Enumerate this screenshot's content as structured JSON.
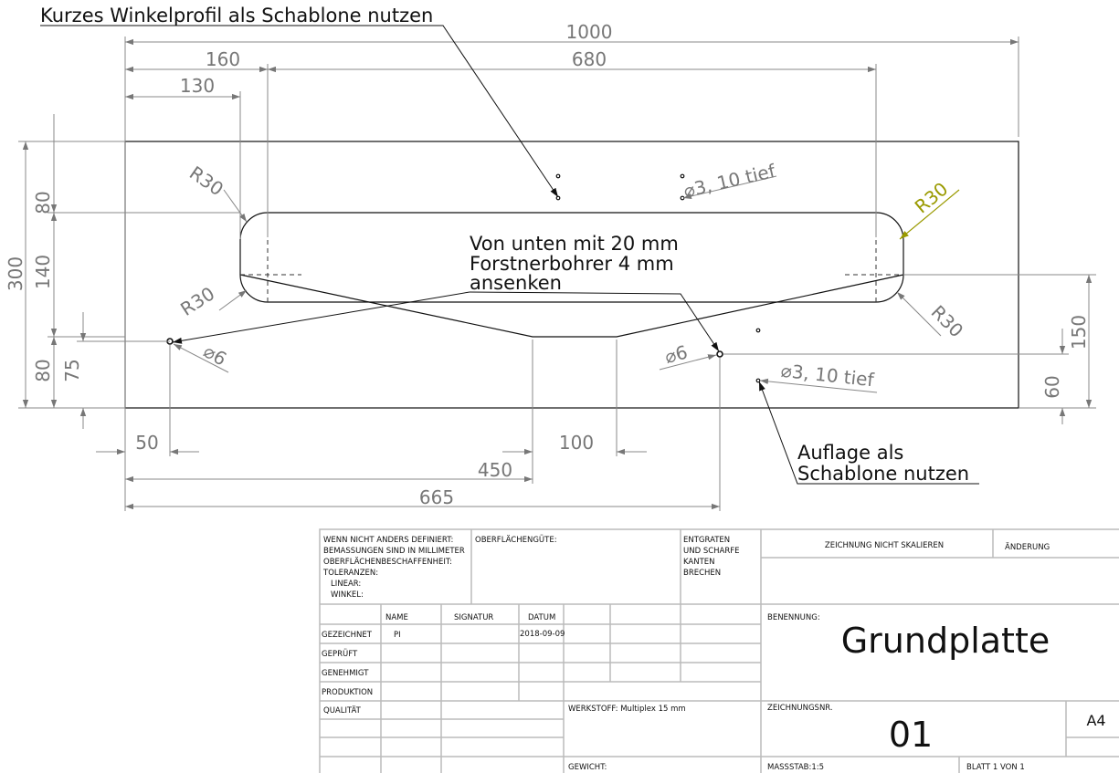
{
  "notes": {
    "template_angle": "Kurzes Winkelprofil als Schablone nutzen",
    "countersink_line1": "Von unten mit 20 mm",
    "countersink_line2": "Forstnerbohrer 4 mm",
    "countersink_line3": "ansenken",
    "support_line1": "Auflage als",
    "support_line2": "Schablone nutzen"
  },
  "dimensions": {
    "width_total": "1000",
    "d680": "680",
    "d160": "160",
    "d130": "130",
    "height_total": "300",
    "d80_top": "80",
    "d140": "140",
    "d80_bottom": "80",
    "d75": "75",
    "d150": "150",
    "d60": "60",
    "d50": "50",
    "d100": "100",
    "d450": "450",
    "d665": "665",
    "r_top_left": "R30",
    "r_bottom_left": "R30",
    "r_top_right": "R30",
    "r_bottom_right": "R30",
    "hole_top": "⌀3, 10 tief",
    "hole_bottom": "⌀3, 10 tief",
    "hole_left": "⌀6",
    "hole_right": "⌀6"
  },
  "colors": {
    "highlight_dimension": "#9a9a00"
  },
  "titleblock": {
    "general_notes": [
      "WENN NICHT ANDERS DEFINIERT:",
      "BEMASSUNGEN SIND IN MILLIMETER",
      "OBERFLÄCHENBESCHAFFENHEIT:",
      "TOLERANZEN:",
      "LINEAR:",
      "WINKEL:"
    ],
    "surface": "OBERFLÄCHENGÜTE:",
    "edges": [
      "ENTGRATEN",
      "UND SCHARFE",
      "KANTEN",
      "BRECHEN"
    ],
    "no_scale": "ZEICHNUNG NICHT SKALIEREN",
    "change": "ÄNDERUNG",
    "col_name": "NAME",
    "col_signature": "SIGNATUR",
    "col_date": "DATUM",
    "row_drawn": "GEZEICHNET",
    "row_checked": "GEPRÜFT",
    "row_approved": "GENEHMIGT",
    "row_production": "PRODUKTION",
    "row_quality": "QUALITÄT",
    "drawn_name": "PI",
    "drawn_date": "2018-09-09",
    "material": "WERKSTOFF: Multiplex 15 mm",
    "weight": "GEWICHT:",
    "title_label": "BENENNUNG:",
    "title": "Grundplatte",
    "drawing_no_label": "ZEICHNUNGSNR.",
    "drawing_no": "01",
    "size": "A4",
    "scale": "MASSSTAB:1:5",
    "sheet": "BLATT 1 VON 1"
  }
}
